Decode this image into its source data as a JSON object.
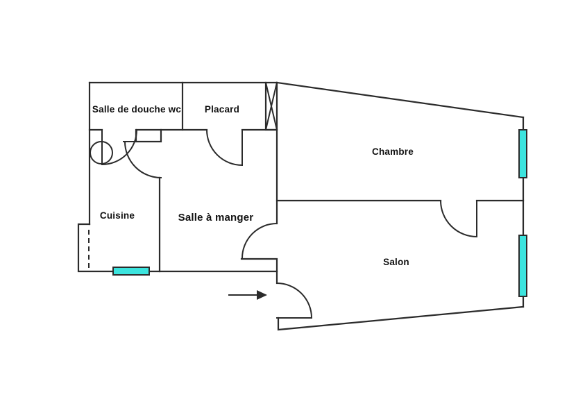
{
  "plan": {
    "rooms": [
      {
        "id": "salle-de-douche-wc",
        "label": "Salle de douche wc"
      },
      {
        "id": "placard",
        "label": "Placard"
      },
      {
        "id": "chambre",
        "label": "Chambre"
      },
      {
        "id": "cuisine",
        "label": "Cuisine"
      },
      {
        "id": "salle-a-manger",
        "label": "Salle à manger"
      },
      {
        "id": "salon",
        "label": "Salon"
      }
    ],
    "colors": {
      "wall": "#2b2b2b",
      "window": "#3ce4de",
      "text": "#111111",
      "background": "#ffffff"
    }
  }
}
